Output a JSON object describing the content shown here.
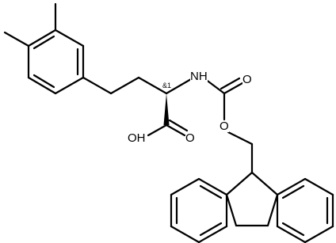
{
  "molecule": {
    "atom_labels": {
      "nh": "NH",
      "o_carbonyl_carbamate": "O",
      "o_ester_carbamate": "O",
      "oh": "OH",
      "o_carbonyl_acid": "O"
    },
    "stereo_label": "&1",
    "bond_color": "#000000",
    "background_color": "#ffffff"
  }
}
